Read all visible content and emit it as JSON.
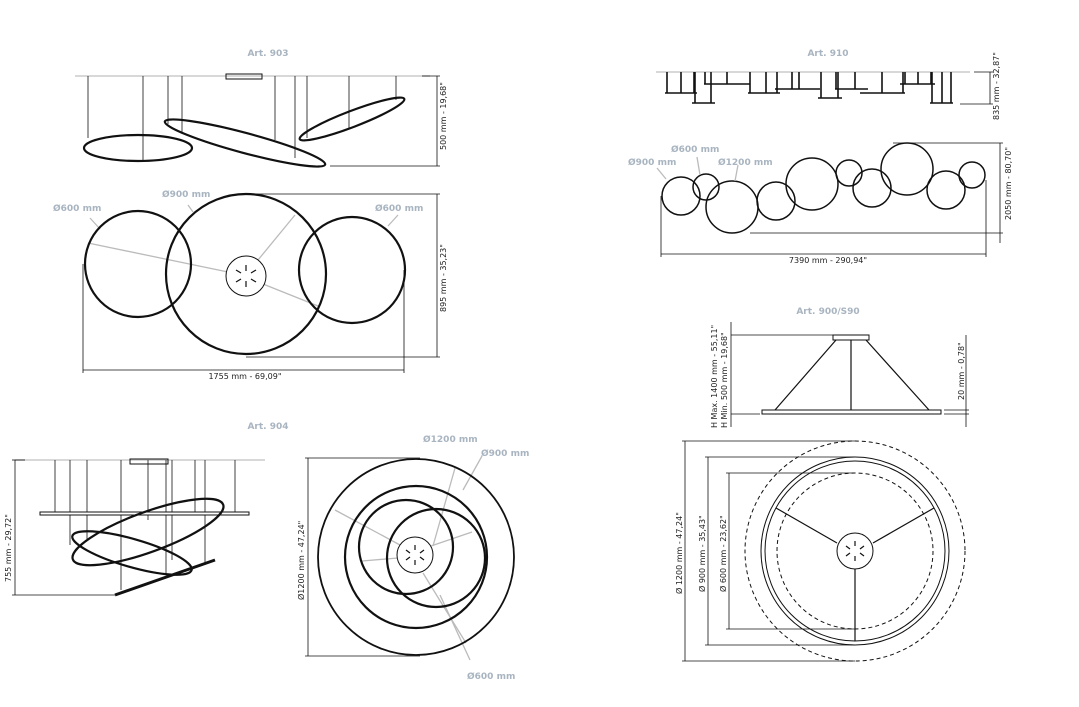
{
  "art903": {
    "title": "Art. 903",
    "height_dim": "500 mm - 19,68\"",
    "width_dim": "1755 mm - 69,09\"",
    "depth_dim": "895 mm - 35,23\"",
    "label_left": "Ø600 mm",
    "label_mid": "Ø900 mm",
    "label_right": "Ø600 mm"
  },
  "art904": {
    "title": "Art. 904",
    "height_dim": "755 mm - 29,72\"",
    "diameter_dim": "Ø1200 mm - 47,24\"",
    "label_1200": "Ø1200 mm",
    "label_900": "Ø900 mm",
    "label_600": "Ø600 mm"
  },
  "art910": {
    "title": "Art. 910",
    "height_dim": "835 mm - 32,87\"",
    "width_dim": "7390 mm - 290,94\"",
    "depth_dim": "2050 mm - 80,70\"",
    "label_900": "Ø900 mm",
    "label_600": "Ø600 mm",
    "label_1200": "Ø1200 mm"
  },
  "art900": {
    "title": "Art. 900/S90",
    "h_max": "H Max. 1400 mm - 55,11\"",
    "h_min": "H Min. 500 mm - 19,68\"",
    "thickness_dim": "20 mm - 0,78\"",
    "dia_1200": "Ø 1200 mm - 47,24\"",
    "dia_900": "Ø 900 mm - 35,43\"",
    "dia_600": "Ø 600 mm - 23,62\""
  }
}
